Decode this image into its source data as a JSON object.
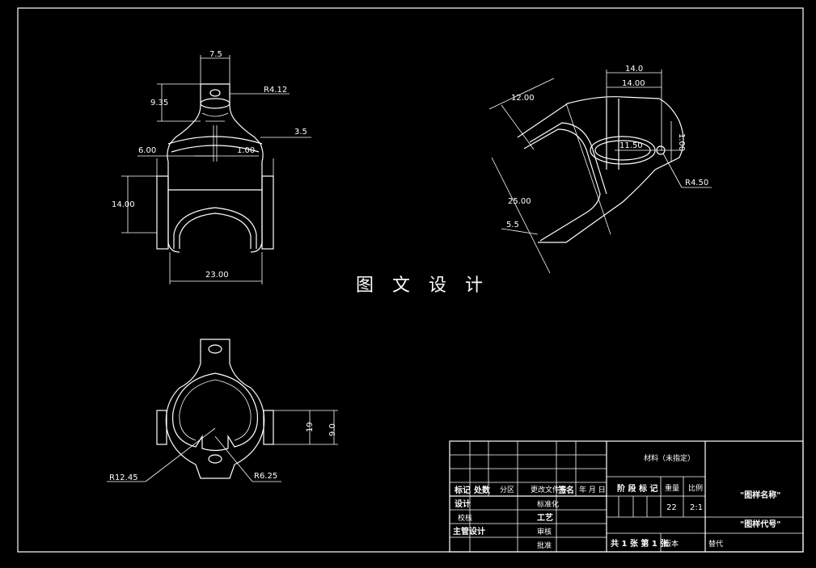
{
  "watermark": "图 文 设 计",
  "dims": {
    "d1": "7.5",
    "d2": "R4.12",
    "d3": "9.35",
    "d4": "3.5",
    "d5": "6.00",
    "d6": "1.00",
    "d7": "14.00",
    "d8": "23.00",
    "e1": "14.0",
    "e2": "14.00",
    "e3": "12.00",
    "e4": "1.00",
    "e5": "11.50",
    "e6": "R4.50",
    "e7": "25.00",
    "e8": "5.5",
    "f1": "R12.45",
    "f2": "R6.25",
    "f3": "19",
    "f4": "9.0"
  },
  "title_block": {
    "material": "材料（未指定）",
    "drawing_name": "\"图样名称\"",
    "drawing_code": "\"图样代号\"",
    "headers": [
      "标记",
      "处数",
      "分区",
      "更改文件号",
      "签名",
      "年 月 日"
    ],
    "rows": [
      "设计",
      "校核",
      "主管设计"
    ],
    "approvals": [
      "标准化",
      "工艺",
      "审核",
      "批准"
    ],
    "stage_labels": [
      "阶 段 标 记",
      "重量",
      "比例"
    ],
    "weight": "22",
    "scale": "2:1",
    "sheet": "共 1 张  第 1 张",
    "version": "版本",
    "replace": "替代"
  }
}
